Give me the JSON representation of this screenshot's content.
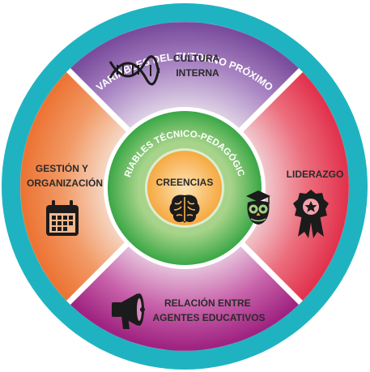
{
  "outer_ring": {
    "label": "VARIABLES DEL ENTORNO PRÓXIMO",
    "color": "#1fb3c2"
  },
  "segments": {
    "top": {
      "line1": "CULTURA",
      "line2": "INTERNA",
      "color": "#8e5fab",
      "icon": "dna-icon"
    },
    "right": {
      "line1": "LIDERAZGO",
      "color": "#e8405a",
      "icon": "award-badge-icon"
    },
    "bottom": {
      "line1": "RELACIÓN ENTRE",
      "line2": "AGENTES EDUCATIVOS",
      "color": "#b0328f",
      "icon": "megaphone-icon"
    },
    "left": {
      "line1": "GESTIÓN Y",
      "line2": "ORGANIZACIÓN",
      "color": "#f0874a",
      "icon": "calendar-icon"
    }
  },
  "inner_ring": {
    "label": "VARIABLES TÉCNICO-PEDAGÓGICAS",
    "color": "#3aaa48",
    "icon": "owl-graduate-icon"
  },
  "center": {
    "label": "CREENCIAS",
    "color": "#f4a93b",
    "icon": "brain-icon"
  }
}
